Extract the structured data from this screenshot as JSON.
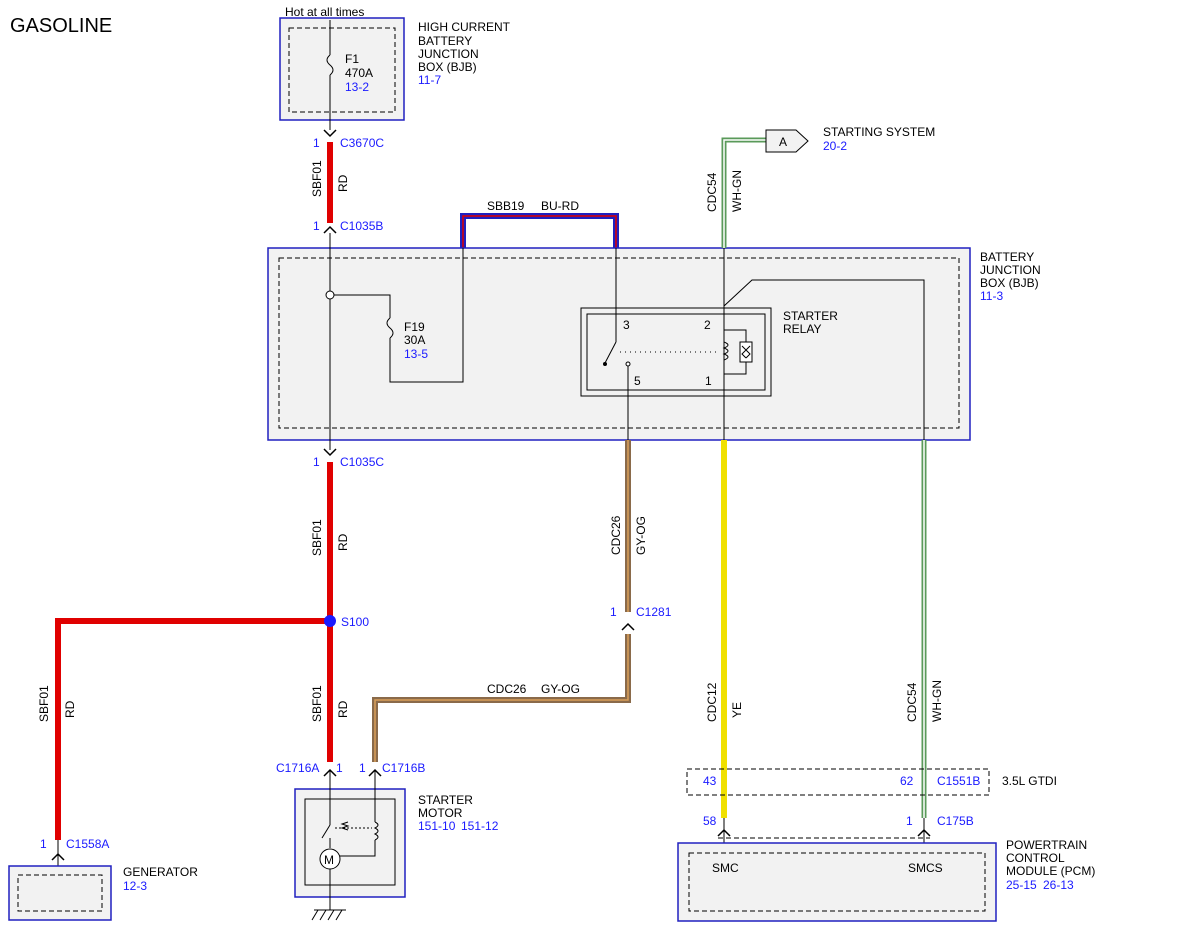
{
  "page_title": "GASOLINE",
  "hot_label": "Hot at all times",
  "colors": {
    "red_wire": "#e00000",
    "gray_orange_wire": "#8a6a4a",
    "yellow_wire": "#f0e000",
    "white_green_wire": "#5a9a5a",
    "blue_red_wire": "#2020c0",
    "box_border": "#2020c0",
    "box_fill": "#f2f2f2",
    "ref_text": "#1a1aff"
  },
  "hcbjb": {
    "name_lines": [
      "HIGH CURRENT",
      "BATTERY",
      "JUNCTION",
      "BOX (BJB)"
    ],
    "ref": "11-7",
    "fuse_id": "F1",
    "fuse_rating": "470A",
    "fuse_ref": "13-2"
  },
  "bjb": {
    "name_lines": [
      "BATTERY",
      "JUNCTION",
      "BOX (BJB)"
    ],
    "ref": "11-3",
    "fuse_id": "F19",
    "fuse_rating": "30A",
    "fuse_ref": "13-5"
  },
  "relay": {
    "name_lines": [
      "STARTER",
      "RELAY"
    ],
    "pins": [
      "3",
      "2",
      "5",
      "1"
    ]
  },
  "starter_motor": {
    "name_lines": [
      "STARTER",
      "MOTOR"
    ],
    "refs": [
      "151-10",
      "151-12"
    ]
  },
  "generator": {
    "name": "GENERATOR",
    "ref": "12-3"
  },
  "pcm": {
    "name_lines": [
      "POWERTRAIN",
      "CONTROL",
      "MODULE (PCM)"
    ],
    "refs": [
      "25-15",
      "26-13"
    ],
    "pin_smc": "SMC",
    "pin_smcs": "SMCS"
  },
  "starting_system": {
    "name": "STARTING SYSTEM",
    "ref": "20-2",
    "flag": "A"
  },
  "connectors": {
    "c3670c": {
      "id": "C3670C",
      "pin": "1"
    },
    "c1035b": {
      "id": "C1035B",
      "pin": "1"
    },
    "c1035c": {
      "id": "C1035C",
      "pin": "1"
    },
    "s100": {
      "id": "S100"
    },
    "c1281": {
      "id": "C1281",
      "pin": "1"
    },
    "c1716a": {
      "id": "C1716A",
      "pin": "1"
    },
    "c1716b": {
      "id": "C1716B",
      "pin": "1"
    },
    "c1558a": {
      "id": "C1558A",
      "pin": "1"
    },
    "c1551b": {
      "id": "C1551B",
      "pin_left": "43",
      "pin_right": "62",
      "note": "3.5L GTDI"
    },
    "c175b": {
      "pin_left": "58",
      "id": "C175B",
      "pin": "1"
    }
  },
  "wires": {
    "sbf01": {
      "circuit": "SBF01",
      "color": "RD"
    },
    "sbb19": {
      "circuit": "SBB19",
      "color": "BU-RD"
    },
    "cdc26": {
      "circuit": "CDC26",
      "color": "GY-OG"
    },
    "cdc54": {
      "circuit": "CDC54",
      "color": "WH-GN"
    },
    "cdc12": {
      "circuit": "CDC12",
      "color": "YE"
    }
  }
}
